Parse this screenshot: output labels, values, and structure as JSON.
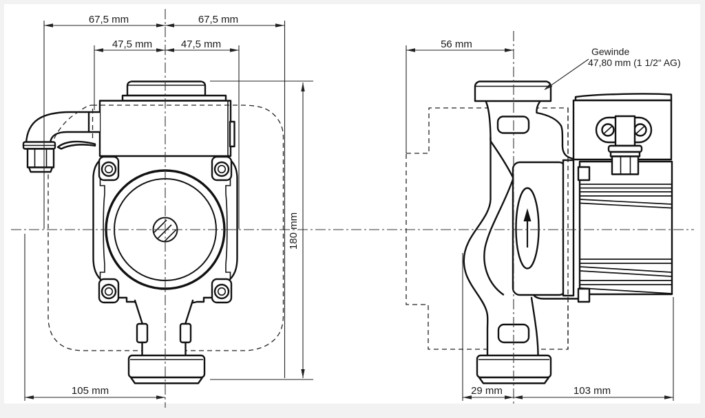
{
  "drawing": {
    "type": "technical-drawing",
    "subject": "circulation pump, front and side orthographic views",
    "colors": {
      "line": "#111111",
      "background": "#ffffff",
      "dim_line": "#222222"
    },
    "note": {
      "line1": "Gewinde",
      "line2": "47,80 mm (1 1/2“ AG)"
    },
    "dimensions": {
      "front_view": {
        "top_outer_left": "67,5 mm",
        "top_outer_right": "67,5 mm",
        "top_inner_left": "47,5 mm",
        "top_inner_right": "47,5 mm",
        "height": "180 mm",
        "bottom_width": "105 mm"
      },
      "side_view": {
        "top_width": "56 mm",
        "bottom_left": "29 mm",
        "bottom_right": "103 mm"
      }
    }
  }
}
